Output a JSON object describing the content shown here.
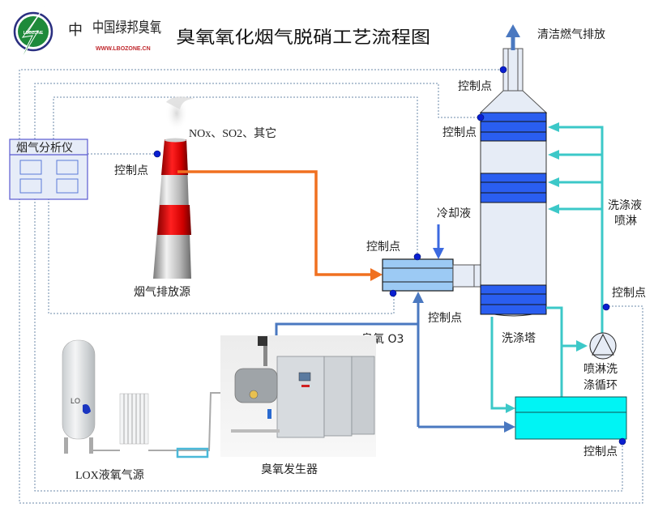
{
  "header": {
    "logo_badge_text": "LBOZONE",
    "logo_brand": "中国绿邦臭氧",
    "logo_url": "WWW.LBOZONE.CN",
    "title": "臭氧氧化烟气脱硝工艺流程图"
  },
  "labels": {
    "clean_gas_exhaust": "清洁燃气排放",
    "flue_gas_components": "NOx、SO2、其它",
    "flue_gas_analyzer": "烟气分析仪",
    "emission_source": "烟气排放源",
    "coolant": "冷却液",
    "washing_liquid_spray_line1": "洗涤液",
    "washing_liquid_spray_line2": "喷淋",
    "scrubber_tower": "洗涤塔",
    "spray_pump_line1": "喷淋洗",
    "spray_pump_line2": "涤循环",
    "ozone_o3": "臭氧 O3",
    "ozone_generator": "臭氧发生器",
    "lox_source": "LOX液氧气源",
    "lox_tank_mark": "LO"
  },
  "control_points": [
    {
      "id": "cp-stack-top",
      "label": "控制点"
    },
    {
      "id": "cp-tower-top",
      "label": "控制点"
    },
    {
      "id": "cp-chimney",
      "label": "控制点"
    },
    {
      "id": "cp-cooler-top",
      "label": "控制点"
    },
    {
      "id": "cp-cooler-bottom",
      "label": "控制点"
    },
    {
      "id": "cp-pump-line",
      "label": "控制点"
    },
    {
      "id": "cp-tank",
      "label": "控制点"
    }
  ],
  "colors": {
    "flue_gas_line": "#f07020",
    "ozone_line": "#4a78c0",
    "washing_line": "#3cc8c8",
    "tower_band": "#2a5ef0",
    "tower_body": "#e6ecf6",
    "cooler": "#9ccaf4",
    "tank": "#00f4f4",
    "control_dot": "#0a1fd0",
    "signal_dash": "#6b88aa",
    "logo_green": "#1e8a3a",
    "logo_ring": "#2a2f80"
  }
}
